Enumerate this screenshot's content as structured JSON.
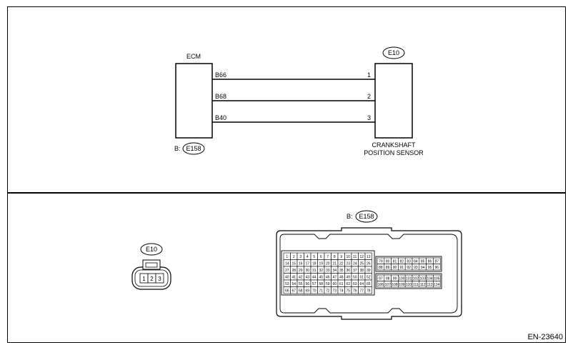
{
  "upper": {
    "ecm_label": "ECM",
    "ecm_connector_prefix": "B:",
    "ecm_connector_id": "E158",
    "sensor_connector_id": "E10",
    "sensor_name_line1": "CRANKSHAFT",
    "sensor_name_line2": "POSITION SENSOR",
    "wires": [
      {
        "ecm_terminal": "B66",
        "sensor_terminal": "1"
      },
      {
        "ecm_terminal": "B68",
        "sensor_terminal": "2"
      },
      {
        "ecm_terminal": "B40",
        "sensor_terminal": "3"
      }
    ]
  },
  "lower": {
    "e10_connector": {
      "id": "E10",
      "pins": [
        "1",
        "2",
        "3"
      ]
    },
    "e158_connector": {
      "prefix": "B:",
      "id": "E158",
      "block1_rows": [
        [
          "1",
          "2",
          "3",
          "4",
          "5",
          "6",
          "7",
          "8",
          "9",
          "10",
          "11",
          "12",
          "13"
        ],
        [
          "14",
          "15",
          "16",
          "17",
          "18",
          "19",
          "20",
          "21",
          "22",
          "23",
          "24",
          "25",
          "26"
        ],
        [
          "27",
          "28",
          "29",
          "30",
          "31",
          "32",
          "33",
          "34",
          "35",
          "36",
          "37",
          "38",
          "39"
        ],
        [
          "40",
          "41",
          "42",
          "43",
          "44",
          "45",
          "46",
          "47",
          "48",
          "49",
          "50",
          "51",
          "52"
        ],
        [
          "53",
          "54",
          "55",
          "56",
          "57",
          "58",
          "59",
          "60",
          "61",
          "62",
          "63",
          "64",
          "65"
        ],
        [
          "66",
          "67",
          "68",
          "69",
          "70",
          "71",
          "72",
          "73",
          "74",
          "75",
          "76",
          "77",
          "78"
        ]
      ],
      "block2_rows": [
        [
          "79",
          "80",
          "81",
          "82",
          "83",
          "84",
          "85",
          "86",
          "87"
        ],
        [
          "88",
          "89",
          "90",
          "91",
          "92",
          "93",
          "94",
          "95",
          "96"
        ]
      ],
      "block3_rows": [
        [
          "97",
          "98",
          "99",
          "100",
          "101",
          "102",
          "103",
          "104",
          "105"
        ],
        [
          "106",
          "107",
          "108",
          "109",
          "110",
          "111",
          "112",
          "113",
          "114"
        ]
      ]
    }
  },
  "footer": {
    "code": "EN-23640"
  }
}
